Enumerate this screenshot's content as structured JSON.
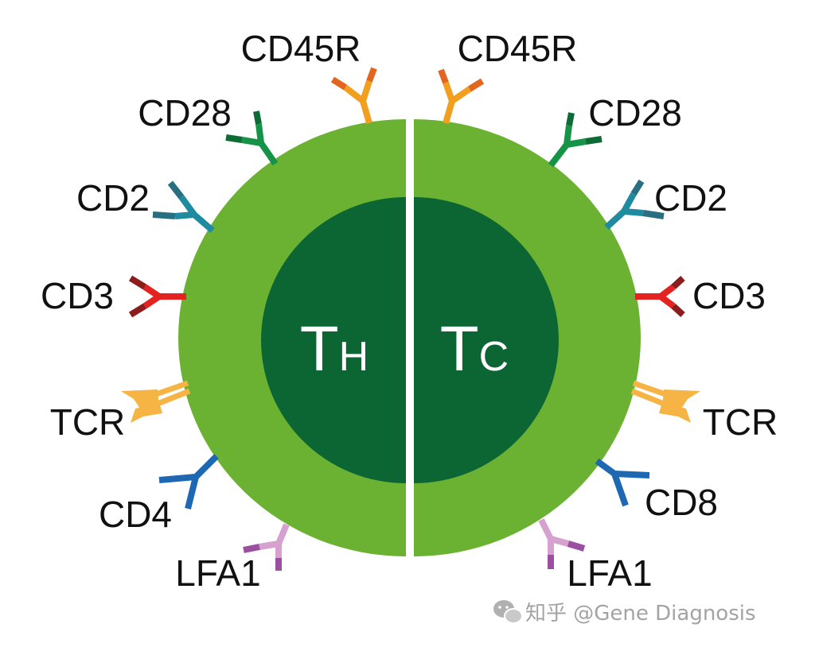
{
  "colors": {
    "membrane": "#6bb132",
    "nucleus": "#0b6633",
    "background": "#ffffff"
  },
  "cells": {
    "left": {
      "main": "T",
      "sub": "H"
    },
    "right": {
      "main": "T",
      "sub": "C"
    }
  },
  "receptors": {
    "left": [
      {
        "label": "CD45R",
        "color": "#f29f1f",
        "tip": "#e4651d"
      },
      {
        "label": "CD28",
        "color": "#159346",
        "tip": "#0f6b35"
      },
      {
        "label": "CD2",
        "color": "#1f8ba0",
        "tip": "#2a6e82"
      },
      {
        "label": "CD3",
        "color": "#e42320",
        "tip": "#8c1d1d"
      },
      {
        "label": "TCR",
        "color": "#f6b445",
        "tip": "#f6b445"
      },
      {
        "label": "CD4",
        "color": "#1e68b3",
        "tip": "#1e68b3"
      },
      {
        "label": "LFA1",
        "color": "#d6a0cf",
        "tip": "#9a4fa0"
      }
    ],
    "right": [
      {
        "label": "CD45R",
        "color": "#f29f1f",
        "tip": "#e4651d"
      },
      {
        "label": "CD28",
        "color": "#159346",
        "tip": "#0f6b35"
      },
      {
        "label": "CD2",
        "color": "#1f8ba0",
        "tip": "#2a6e82"
      },
      {
        "label": "CD3",
        "color": "#e42320",
        "tip": "#8c1d1d"
      },
      {
        "label": "TCR",
        "color": "#f6b445",
        "tip": "#f6b445"
      },
      {
        "label": "CD8",
        "color": "#1e68b3",
        "tip": "#1e68b3"
      },
      {
        "label": "LFA1",
        "color": "#d6a0cf",
        "tip": "#9a4fa0"
      }
    ]
  },
  "watermark": {
    "icon": "wechat-icon",
    "text": "知乎 @Gene Diagnosis"
  }
}
